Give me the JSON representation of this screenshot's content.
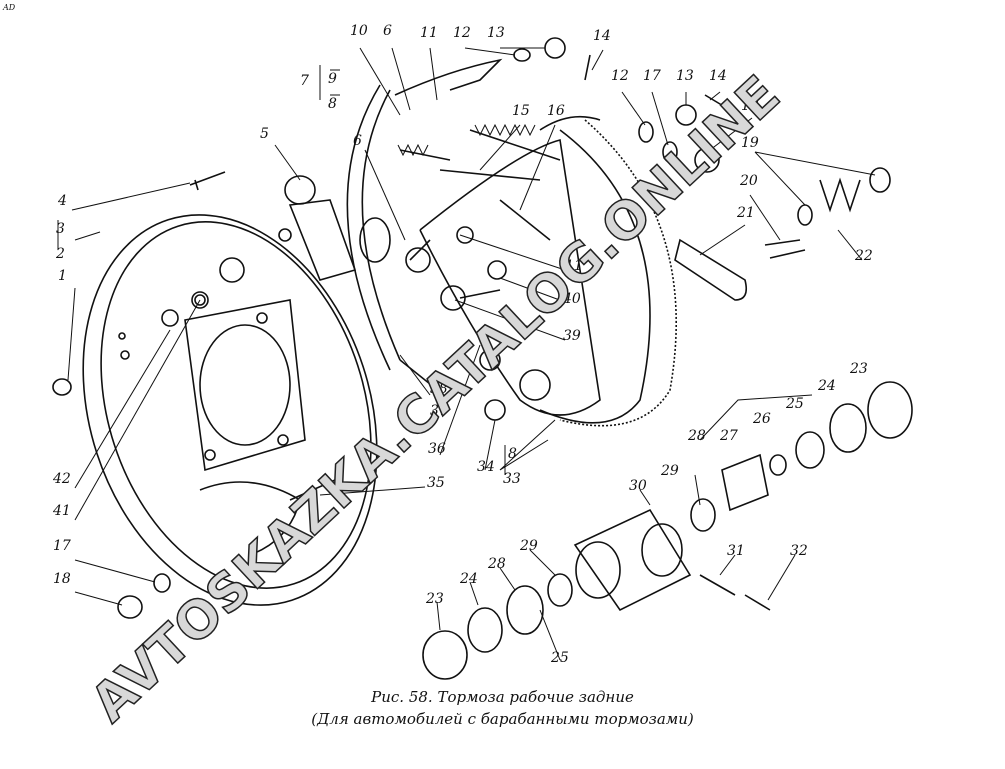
{
  "corner_mark": "AD",
  "caption": {
    "line1": "Рис. 58. Тормоза рабочие задние",
    "line2": "(Для автомобилей с барабанными тормозами)"
  },
  "watermark": "AVTOSKAZKA.CATALOG.ONLINE",
  "callouts": [
    "10",
    "6",
    "11",
    "12",
    "13",
    "14",
    "7",
    "9",
    "8",
    "15",
    "16",
    "12",
    "17",
    "13",
    "14",
    "18",
    "19",
    "5",
    "6",
    "4",
    "3",
    "2",
    "1",
    "20",
    "21",
    "22",
    "11",
    "40",
    "39",
    "23",
    "24",
    "25",
    "26",
    "27",
    "28",
    "38",
    "37",
    "36",
    "34",
    "8",
    "33",
    "42",
    "41",
    "35",
    "29",
    "30",
    "29",
    "28",
    "24",
    "23",
    "25",
    "31",
    "32",
    "17",
    "18"
  ]
}
